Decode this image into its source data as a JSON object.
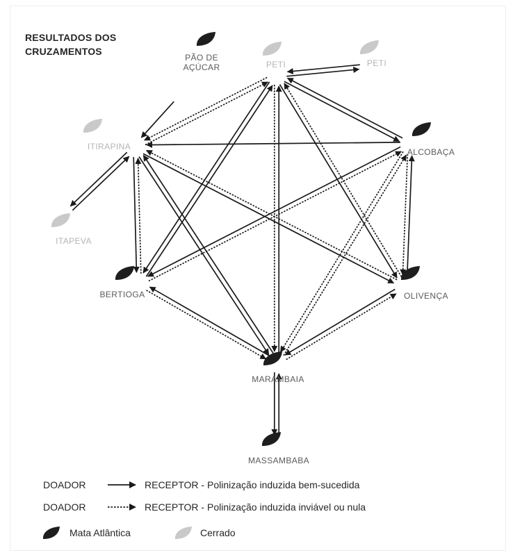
{
  "title": {
    "line1": "RESULTADOS DOS",
    "line2": "CRUZAMENTOS"
  },
  "colors": {
    "mata": "#1e1e1e",
    "cerrado": "#c9c9c9",
    "label_dark": "#5a5a5a",
    "label_light": "#b4b4b4",
    "line": "#1a1a1a"
  },
  "nodes": [
    {
      "id": "pao",
      "label_lines": [
        "PÃO DE",
        "AÇÚCAR"
      ],
      "biome": "mata",
      "icon": "black-leaf-icon"
    },
    {
      "id": "peti",
      "label_lines": [
        "PETI"
      ],
      "biome": "cerrado",
      "icon": "gray-leaf-icon"
    },
    {
      "id": "peti2",
      "label_lines": [
        "PETI"
      ],
      "biome": "cerrado",
      "icon": "gray-leaf-icon"
    },
    {
      "id": "itirapina",
      "label_lines": [
        "ITIRAPINA"
      ],
      "biome": "cerrado",
      "icon": "gray-leaf-icon"
    },
    {
      "id": "alcobaca",
      "label_lines": [
        "ALCOBAÇA"
      ],
      "biome": "mata",
      "icon": "black-leaf-icon"
    },
    {
      "id": "itapeva",
      "label_lines": [
        "ITAPEVA"
      ],
      "biome": "cerrado",
      "icon": "gray-leaf-icon"
    },
    {
      "id": "bertioga",
      "label_lines": [
        "BERTIOGA"
      ],
      "biome": "mata",
      "icon": "black-leaf-icon"
    },
    {
      "id": "olivenca",
      "label_lines": [
        "OLIVENÇA"
      ],
      "biome": "mata",
      "icon": "black-leaf-icon"
    },
    {
      "id": "marambaia",
      "label_lines": [
        "MARAMBAIA"
      ],
      "biome": "mata",
      "icon": "black-leaf-icon"
    },
    {
      "id": "massambaba",
      "label_lines": [
        "MASSAMBABA"
      ],
      "biome": "mata",
      "icon": "black-leaf-icon"
    }
  ],
  "crosses": [
    {
      "donor": "pao",
      "receptor": "itirapina",
      "result": "success"
    },
    {
      "donor": "itirapina",
      "receptor": "peti",
      "result": "null"
    },
    {
      "donor": "peti",
      "receptor": "itirapina",
      "result": "null"
    },
    {
      "donor": "peti",
      "receptor": "peti2",
      "result": "success"
    },
    {
      "donor": "peti2",
      "receptor": "peti",
      "result": "success"
    },
    {
      "donor": "peti",
      "receptor": "alcobaca",
      "result": "success"
    },
    {
      "donor": "alcobaca",
      "receptor": "peti",
      "result": "success"
    },
    {
      "donor": "alcobaca",
      "receptor": "itirapina",
      "result": "success"
    },
    {
      "donor": "itirapina",
      "receptor": "itapeva",
      "result": "success"
    },
    {
      "donor": "itapeva",
      "receptor": "itirapina",
      "result": "success"
    },
    {
      "donor": "itirapina",
      "receptor": "bertioga",
      "result": "success"
    },
    {
      "donor": "bertioga",
      "receptor": "itirapina",
      "result": "null"
    },
    {
      "donor": "bertioga",
      "receptor": "peti",
      "result": "success"
    },
    {
      "donor": "peti",
      "receptor": "bertioga",
      "result": "success"
    },
    {
      "donor": "peti",
      "receptor": "olivenca",
      "result": "success"
    },
    {
      "donor": "olivenca",
      "receptor": "peti",
      "result": "null"
    },
    {
      "donor": "marambaia",
      "receptor": "peti",
      "result": "success"
    },
    {
      "donor": "peti",
      "receptor": "marambaia",
      "result": "null"
    },
    {
      "donor": "itirapina",
      "receptor": "marambaia",
      "result": "success"
    },
    {
      "donor": "marambaia",
      "receptor": "itirapina",
      "result": "success"
    },
    {
      "donor": "itirapina",
      "receptor": "olivenca",
      "result": "success"
    },
    {
      "donor": "olivenca",
      "receptor": "itirapina",
      "result": "null"
    },
    {
      "donor": "alcobaca",
      "receptor": "bertioga",
      "result": "success"
    },
    {
      "donor": "bertioga",
      "receptor": "alcobaca",
      "result": "null"
    },
    {
      "donor": "alcobaca",
      "receptor": "marambaia",
      "result": "null"
    },
    {
      "donor": "marambaia",
      "receptor": "alcobaca",
      "result": "null"
    },
    {
      "donor": "olivenca",
      "receptor": "alcobaca",
      "result": "success"
    },
    {
      "donor": "alcobaca",
      "receptor": "olivenca",
      "result": "null"
    },
    {
      "donor": "marambaia",
      "receptor": "bertioga",
      "result": "success"
    },
    {
      "donor": "bertioga",
      "receptor": "marambaia",
      "result": "null"
    },
    {
      "donor": "olivenca",
      "receptor": "marambaia",
      "result": "success"
    },
    {
      "donor": "marambaia",
      "receptor": "olivenca",
      "result": "null"
    },
    {
      "donor": "marambaia",
      "receptor": "massambaba",
      "result": "success"
    },
    {
      "donor": "massambaba",
      "receptor": "marambaia",
      "result": "success"
    }
  ],
  "legend": {
    "row1": {
      "donor": "DOADOR",
      "receptor": "RECEPTOR - Polinização induzida bem-sucedida"
    },
    "row2": {
      "donor": "DOADOR",
      "receptor": "RECEPTOR - Polinização induzida inviável ou nula"
    },
    "mata_label": "Mata Atlântica",
    "cerrado_label": "Cerrado"
  }
}
